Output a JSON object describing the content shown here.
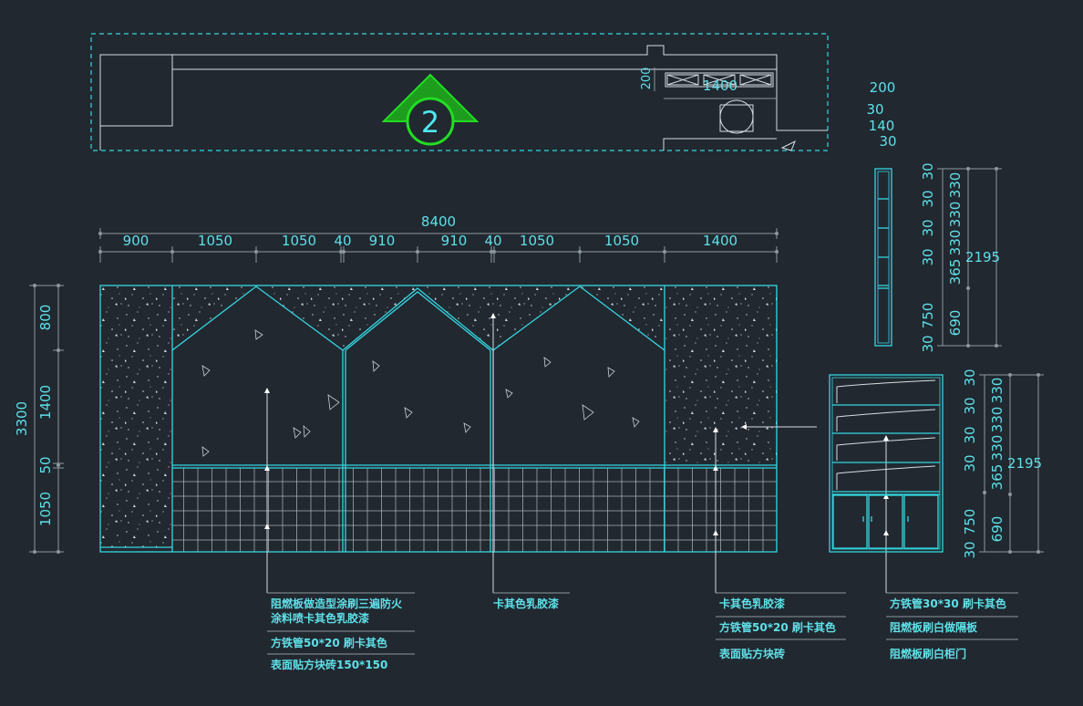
{
  "plan": {
    "callout_number": "2",
    "dims": [
      "200",
      "1400"
    ]
  },
  "top_dims": {
    "total": "8400",
    "segments": [
      "900",
      "1050",
      "1050",
      "40",
      "910",
      "910",
      "40",
      "1050",
      "1050",
      "1400"
    ]
  },
  "left_dims": {
    "total": "3300",
    "segments": [
      "800",
      "1400",
      "50",
      "1050"
    ]
  },
  "side_section": {
    "top_dims": [
      "200",
      "30",
      "140",
      "30"
    ],
    "left_dims": [
      "30",
      "30",
      "30",
      "30",
      "750",
      "30"
    ],
    "mid_dims": [
      "330",
      "330",
      "330",
      "365",
      "690"
    ],
    "total": "2195"
  },
  "cabinet": {
    "left_dims": [
      "30",
      "30",
      "30",
      "30",
      "750",
      "30"
    ],
    "mid_dims": [
      "330",
      "330",
      "330",
      "365",
      "690"
    ],
    "total": "2195"
  },
  "notes": {
    "note1_line1": "阻燃板做造型涂刷三遍防火",
    "note1_line2": "涂料喷卡其色乳胶漆",
    "note1_line3": "方铁管50*20  刷卡其色",
    "note1_line4": "表面贴方块砖150*150",
    "note2": "卡其色乳胶漆",
    "note3_line1": "卡其色乳胶漆",
    "note3_line2": "方铁管50*20  刷卡其色",
    "note3_line3": "表面贴方块砖",
    "note4_line1": "方铁管30*30  刷卡其色",
    "note4_line2": "阻燃板刷白做隔板",
    "note4_line3": "阻燃板刷白柜门"
  },
  "colors": {
    "background": "#212830",
    "cyan": "#35d6e0",
    "callout": "#22dd22",
    "text": "#5fe0e8"
  }
}
